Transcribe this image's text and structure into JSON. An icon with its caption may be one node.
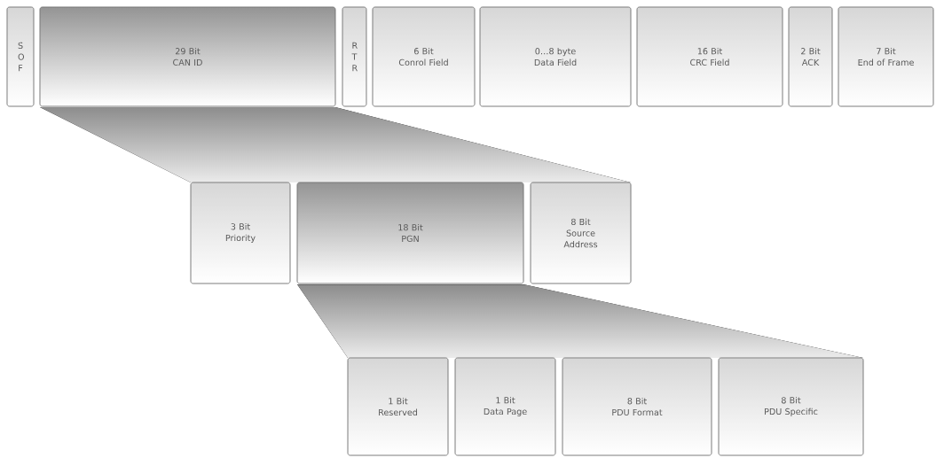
{
  "diagram": {
    "nodes": [
      {
        "text": [
          "S O F"
        ]
      },
      {
        "text": [
          "29 Bit",
          "CAN ID"
        ]
      },
      {
        "text": [
          "R T R"
        ]
      },
      {
        "text": [
          "6 Bit",
          "Conrol Field"
        ]
      },
      {
        "text": [
          "0…8 byte",
          "Data Field"
        ]
      },
      {
        "text": [
          "16 Bit",
          "CRC Field"
        ]
      },
      {
        "text": [
          "2 Bit",
          "ACK"
        ]
      },
      {
        "text": [
          "7 Bit",
          "End of Frame"
        ]
      },
      {
        "text": [
          "3 Bit",
          "Priority"
        ]
      },
      {
        "text": [
          "18 Bit",
          "PGN"
        ]
      },
      {
        "text": [
          "8 Bit",
          "Source Address"
        ]
      },
      {
        "text": [
          "1 Bit",
          "Reserved"
        ]
      },
      {
        "text": [
          "1 Bit",
          "Data Page"
        ]
      },
      {
        "text": [
          "8 Bit",
          "PDU Format"
        ]
      },
      {
        "text": [
          "8 Bit",
          "PDU Specific"
        ]
      }
    ]
  }
}
